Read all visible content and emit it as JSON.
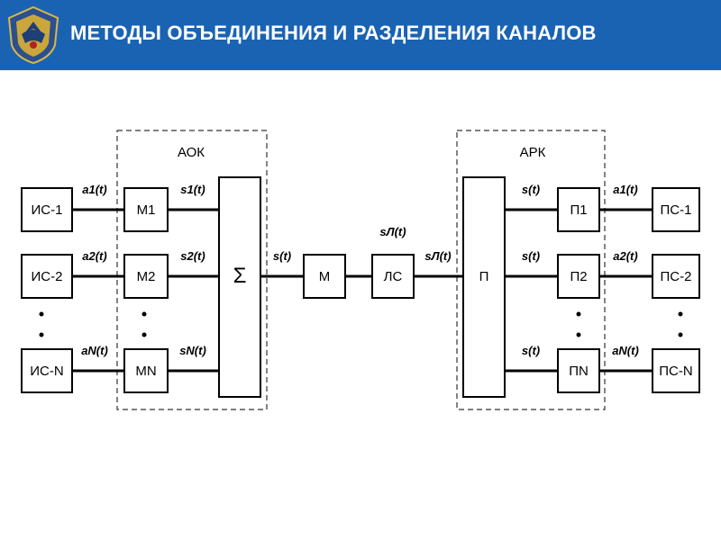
{
  "header": {
    "title": "МЕТОДЫ ОБЪЕДИНЕНИЯ И РАЗДЕЛЕНИЯ КАНАЛОВ",
    "emblem_icon": "eagle-emblem-icon",
    "background_color": "#1a63b3",
    "text_color": "#ffffff"
  },
  "diagram": {
    "groups": {
      "aok": "АОК",
      "ark": "АРК"
    },
    "sources": [
      "ИС-1",
      "ИС-2",
      "ИС-N"
    ],
    "modulators": [
      "M1",
      "M2",
      "MN"
    ],
    "adder": "Σ",
    "modulator_main": "M",
    "line_block": "ЛС",
    "receiver_block": "П",
    "demodulators": [
      "П1",
      "П2",
      "ПN"
    ],
    "receivers": [
      "ПС-1",
      "ПС-2",
      "ПС-N"
    ],
    "signals": {
      "a1": "a1(t)",
      "a2": "a2(t)",
      "aN": "aN(t)",
      "s1": "s1(t)",
      "s2": "s2(t)",
      "sN": "sN(t)",
      "s": "s(t)",
      "sL_top": "sЛ(t)",
      "sL": "sЛ(t)",
      "s_r1": "s(t)",
      "s_r2": "s(t)",
      "s_rN": "s(t)",
      "a1_out": "a1(t)",
      "a2_out": "a2(t)",
      "aN_out": "aN(t)"
    }
  }
}
